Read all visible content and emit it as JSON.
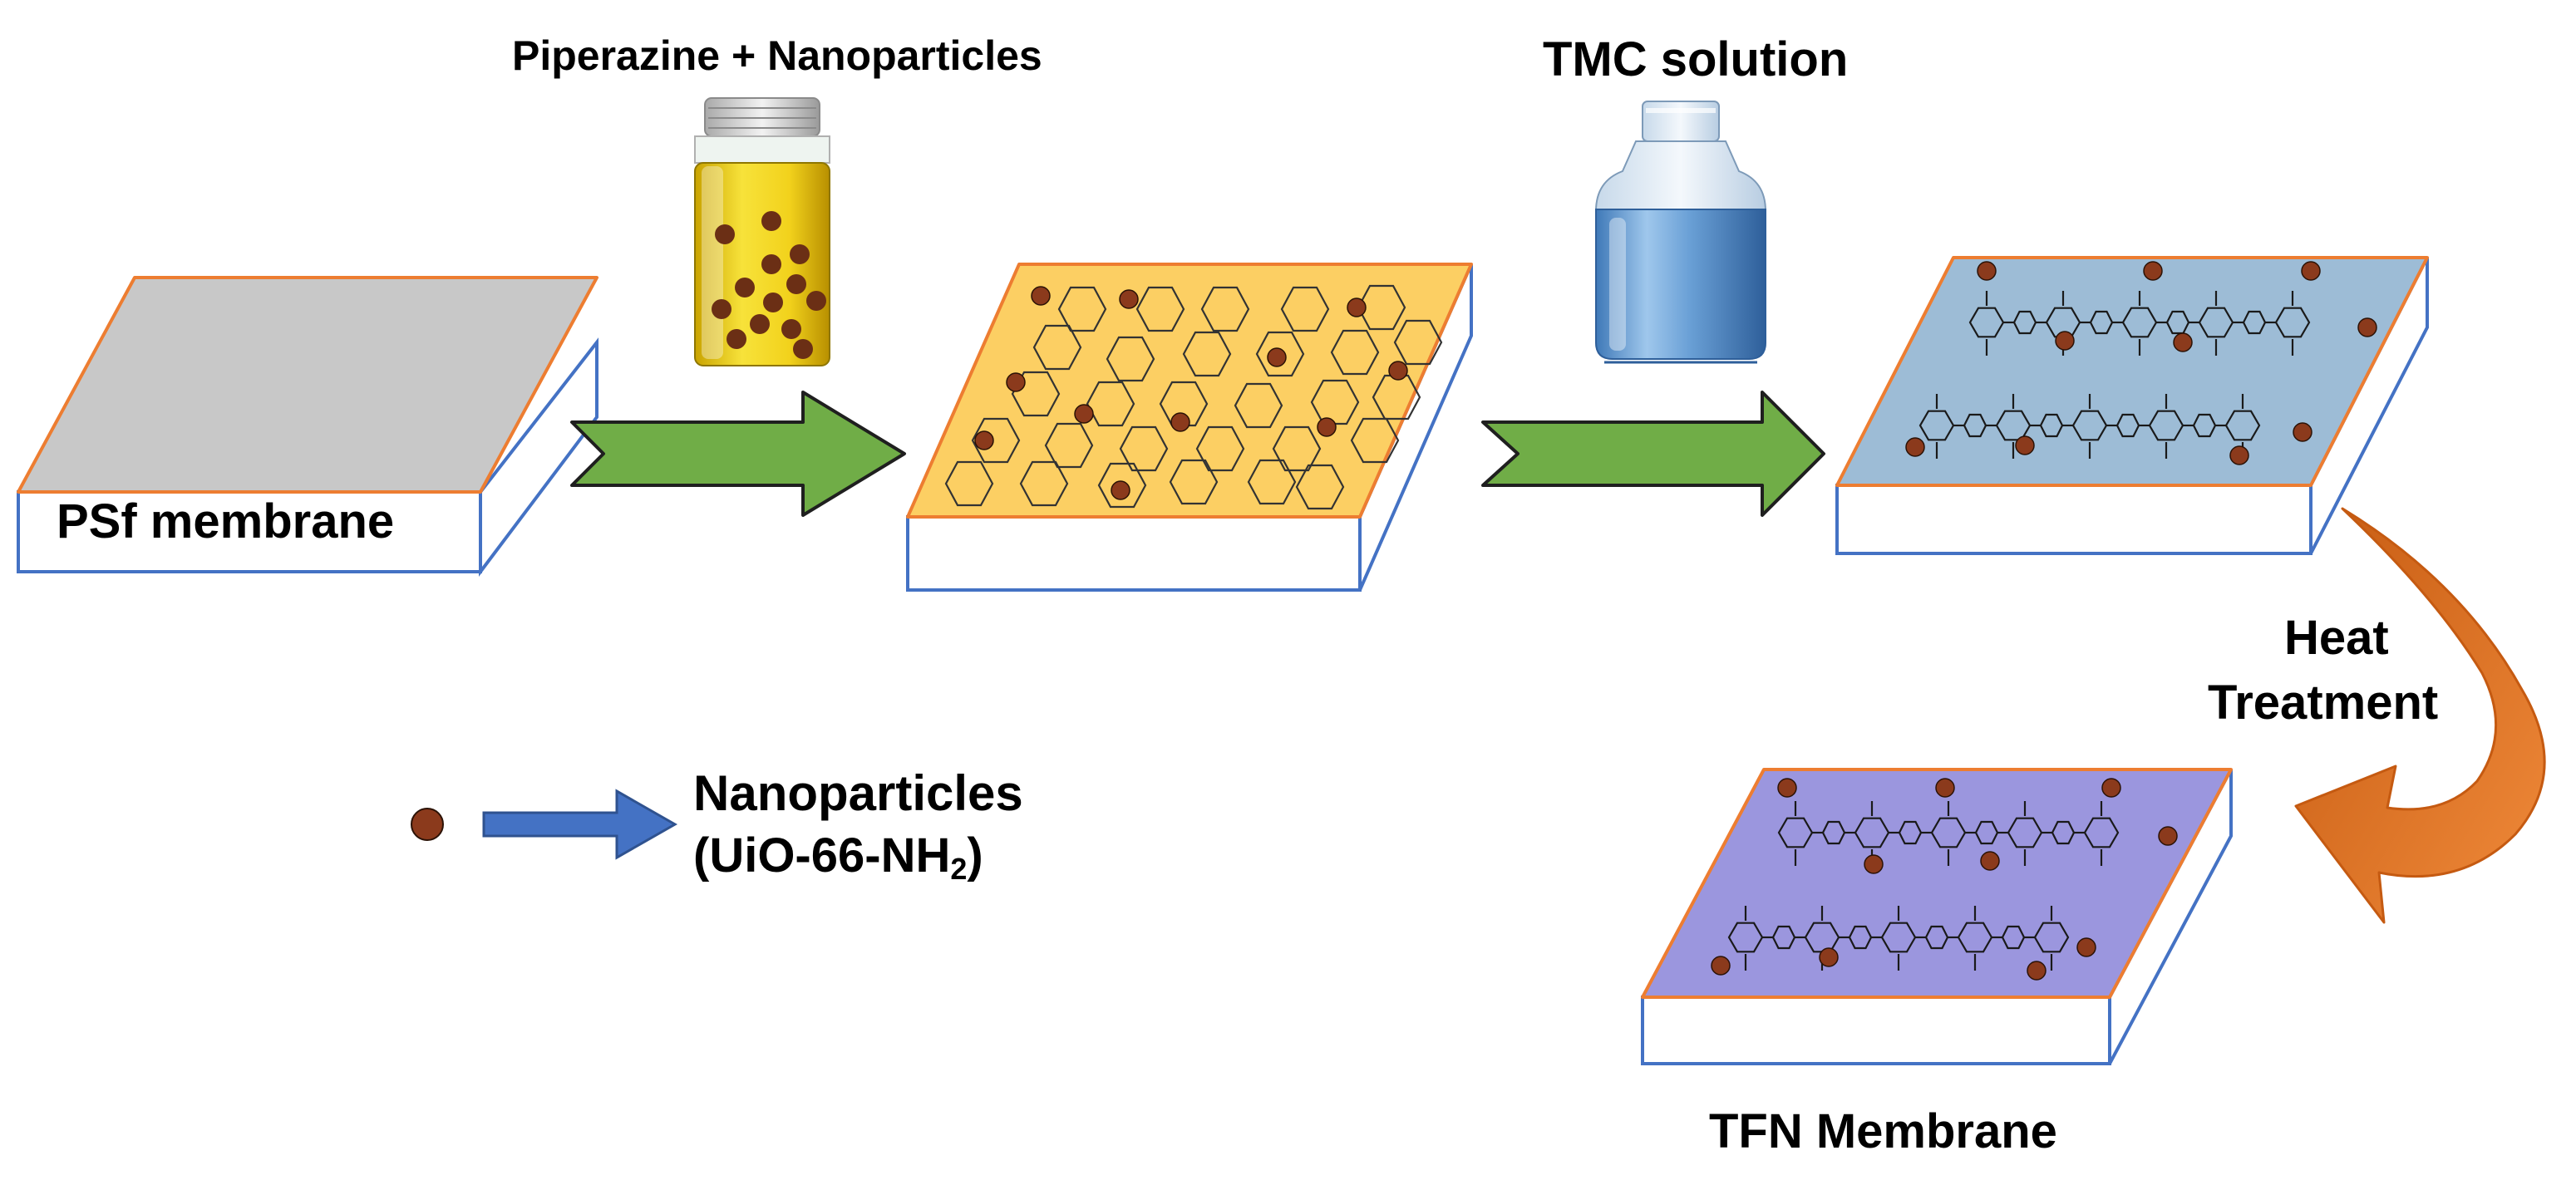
{
  "labels": {
    "step1_reagent": "Piperazine + Nanoparticles",
    "step2_reagent": "TMC solution",
    "psf_membrane": "PSf membrane",
    "heat_treatment_line1": "Heat",
    "heat_treatment_line2": "Treatment",
    "final_membrane": "TFN Membrane"
  },
  "legend": {
    "name": "Nanoparticles",
    "formula_prefix": "(UiO-66-NH",
    "formula_sub": "2",
    "formula_suffix": ")"
  },
  "colors": {
    "psf_surface": "#c8c8c8",
    "piperazine_surface": "#fccf63",
    "tmc_surface": "#9dbcd6",
    "tfn_surface": "#9b96de",
    "slab_edge_orange": "#ed7d31",
    "slab_edge_blue": "#4472c4",
    "process_arrow": "#70ad47",
    "heat_arrow": "#ed7d31",
    "legend_arrow": "#4472c4",
    "nanoparticle": "#8b3a1c",
    "legend_background": "#fdebc7"
  },
  "icons": [
    "yellow-vial-with-particles-icon",
    "tmc-bottle-icon",
    "nanoparticle-dot-icon"
  ]
}
